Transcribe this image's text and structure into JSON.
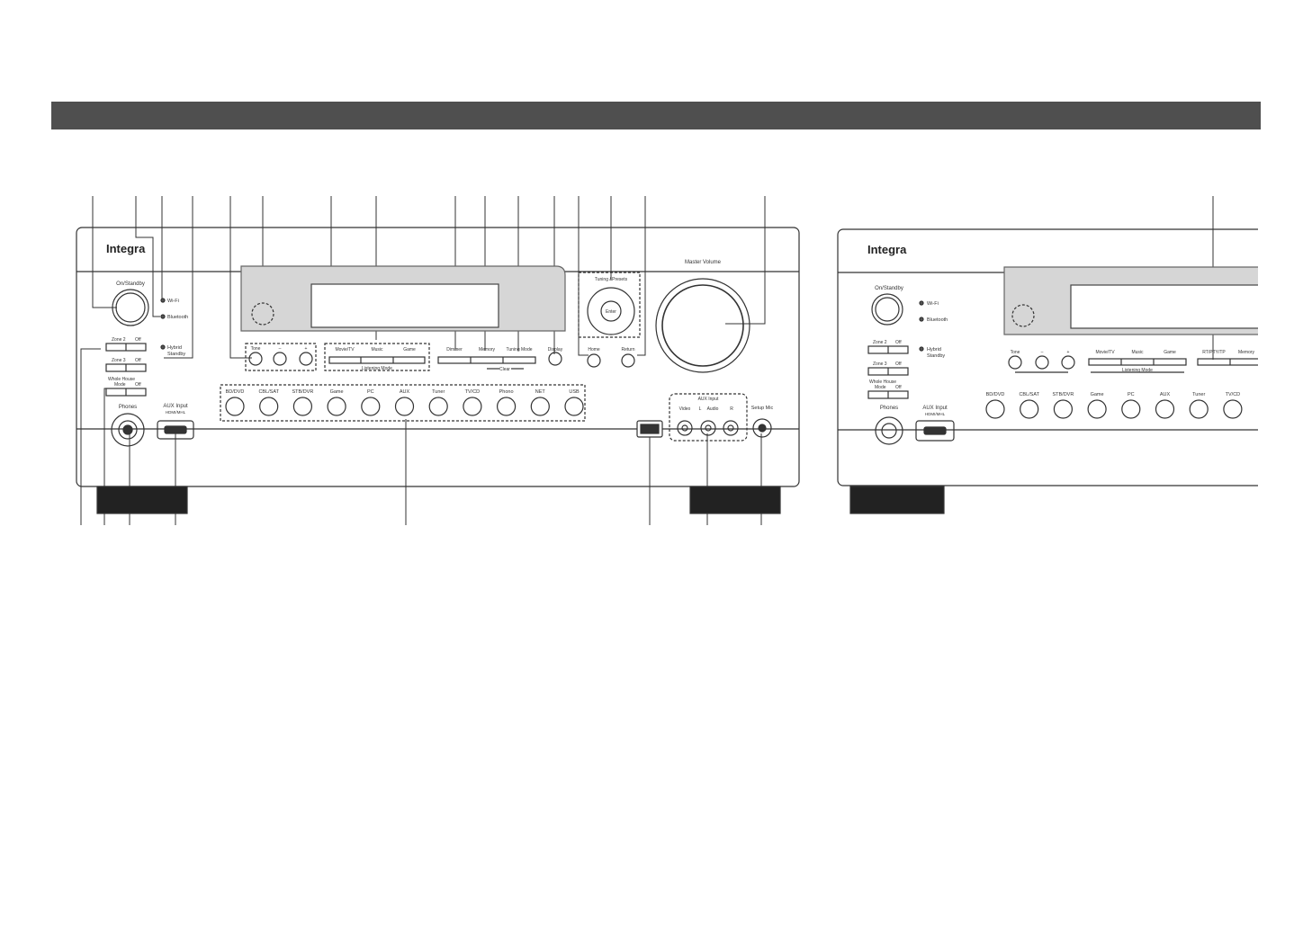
{
  "header": {
    "title": ""
  },
  "main_unit": {
    "brand": "Integra",
    "on_standby_label": "On/Standby",
    "indicators": [
      "Wi-Fi",
      "Bluetooth",
      "Hybrid",
      "Standby"
    ],
    "zone_buttons": [
      {
        "left": "Zone 2",
        "right": "Off"
      },
      {
        "left": "Zone 3",
        "right": "Off"
      }
    ],
    "whole_house": {
      "line1": "Whole House",
      "line2": "Mode",
      "right": "Off"
    },
    "phones_label": "Phones",
    "aux_hdmi_label": "AUX Input",
    "aux_hdmi_sub": "HDMI/MHL",
    "tone_row": {
      "labels": [
        "Tone",
        "–",
        "+"
      ]
    },
    "listening_mode": {
      "buttons": [
        "Movie/TV",
        "Music",
        "Game"
      ],
      "caption": "Listening Mode"
    },
    "memory_group": {
      "buttons": [
        "Dimmer",
        "Memory",
        "Tuning Mode"
      ],
      "caption": "Clear"
    },
    "display_label": "Display",
    "tuning_presets_label": "Tuning / Presets",
    "enter_label": "Enter",
    "home_label": "Home",
    "return_label": "Return",
    "master_volume_label": "Master Volume",
    "input_selectors": [
      "BD/DVD",
      "CBL/SAT",
      "STB/DVR",
      "Game",
      "PC",
      "AUX",
      "Tuner",
      "TV/CD",
      "Phono",
      "NET",
      "USB"
    ],
    "aux_input": {
      "title": "AUX Input",
      "video": "Video",
      "audio": "Audio",
      "l": "L",
      "r": "R"
    },
    "setup_mic_label": "Setup Mic"
  },
  "second_unit": {
    "brand": "Integra",
    "on_standby_label": "On/Standby",
    "indicators": [
      "Wi-Fi",
      "Bluetooth",
      "Hybrid",
      "Standby"
    ],
    "zone_buttons": [
      {
        "left": "Zone 2",
        "right": "Off"
      },
      {
        "left": "Zone 3",
        "right": "Off"
      }
    ],
    "whole_house": {
      "line1": "Whole House",
      "line2": "Mode",
      "right": "Off"
    },
    "phones_label": "Phones",
    "aux_hdmi_label": "AUX Input",
    "aux_hdmi_sub": "HDMI/MHL",
    "tone_row": {
      "labels": [
        "Tone",
        "–",
        "+"
      ]
    },
    "listening_mode": {
      "buttons": [
        "Movie/TV",
        "Music",
        "Game"
      ],
      "caption": "Listening Mode"
    },
    "memory_group": {
      "buttons": [
        "RT/PTY/TP",
        "Memory"
      ]
    },
    "input_selectors": [
      "BD/DVD",
      "CBL/SAT",
      "STB/DVR",
      "Game",
      "PC",
      "AUX",
      "Tuner",
      "TV/CD"
    ]
  },
  "colors": {
    "header_bar": "#4f4f4f",
    "display_window": "#d6d6d6",
    "outline": "#333333"
  }
}
